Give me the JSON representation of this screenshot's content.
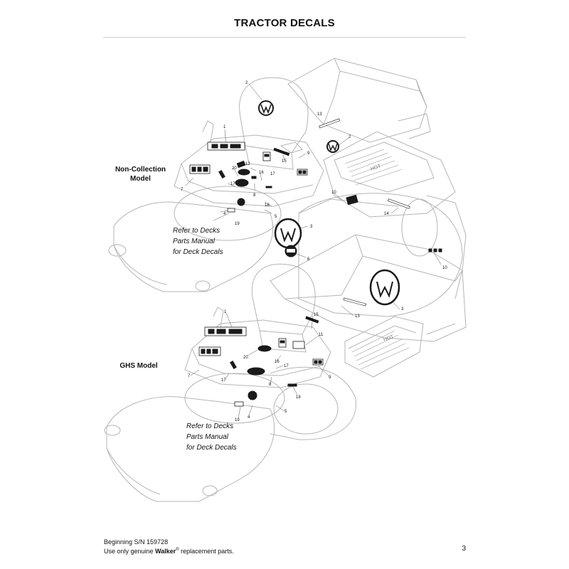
{
  "page": {
    "title": "TRACTOR DECALS",
    "page_number": "3"
  },
  "models": {
    "top": {
      "label_line1": "Non-Collection",
      "label_line2": "Model"
    },
    "bottom": {
      "label": "GHS Model"
    }
  },
  "deck_note": {
    "line1": "Refer to Decks",
    "line2": "Parts Manual",
    "line3": "for Deck Decals"
  },
  "footer": {
    "serial": "Beginning S/N 159728",
    "use_prefix": "Use only genuine ",
    "brand": "Walker",
    "reg_mark": "®",
    "use_suffix": " replacement parts."
  },
  "callouts_top": [
    "2",
    "13",
    "2",
    "1",
    "12",
    "15",
    "9",
    "20",
    "16",
    "17",
    "8",
    "17",
    "7",
    "10",
    "18",
    "14",
    "4",
    "5",
    "19",
    "3",
    "6",
    "10"
  ],
  "callouts_bottom": [
    "1",
    "15",
    "13",
    "3",
    "11",
    "20",
    "16",
    "17",
    "7",
    "17",
    "8",
    "9",
    "18",
    "4",
    "5",
    "19"
  ],
  "decal_text": {
    "hot": "HOT"
  },
  "colors": {
    "line": "#b5b5b5",
    "decal": "#1a1a1a"
  }
}
